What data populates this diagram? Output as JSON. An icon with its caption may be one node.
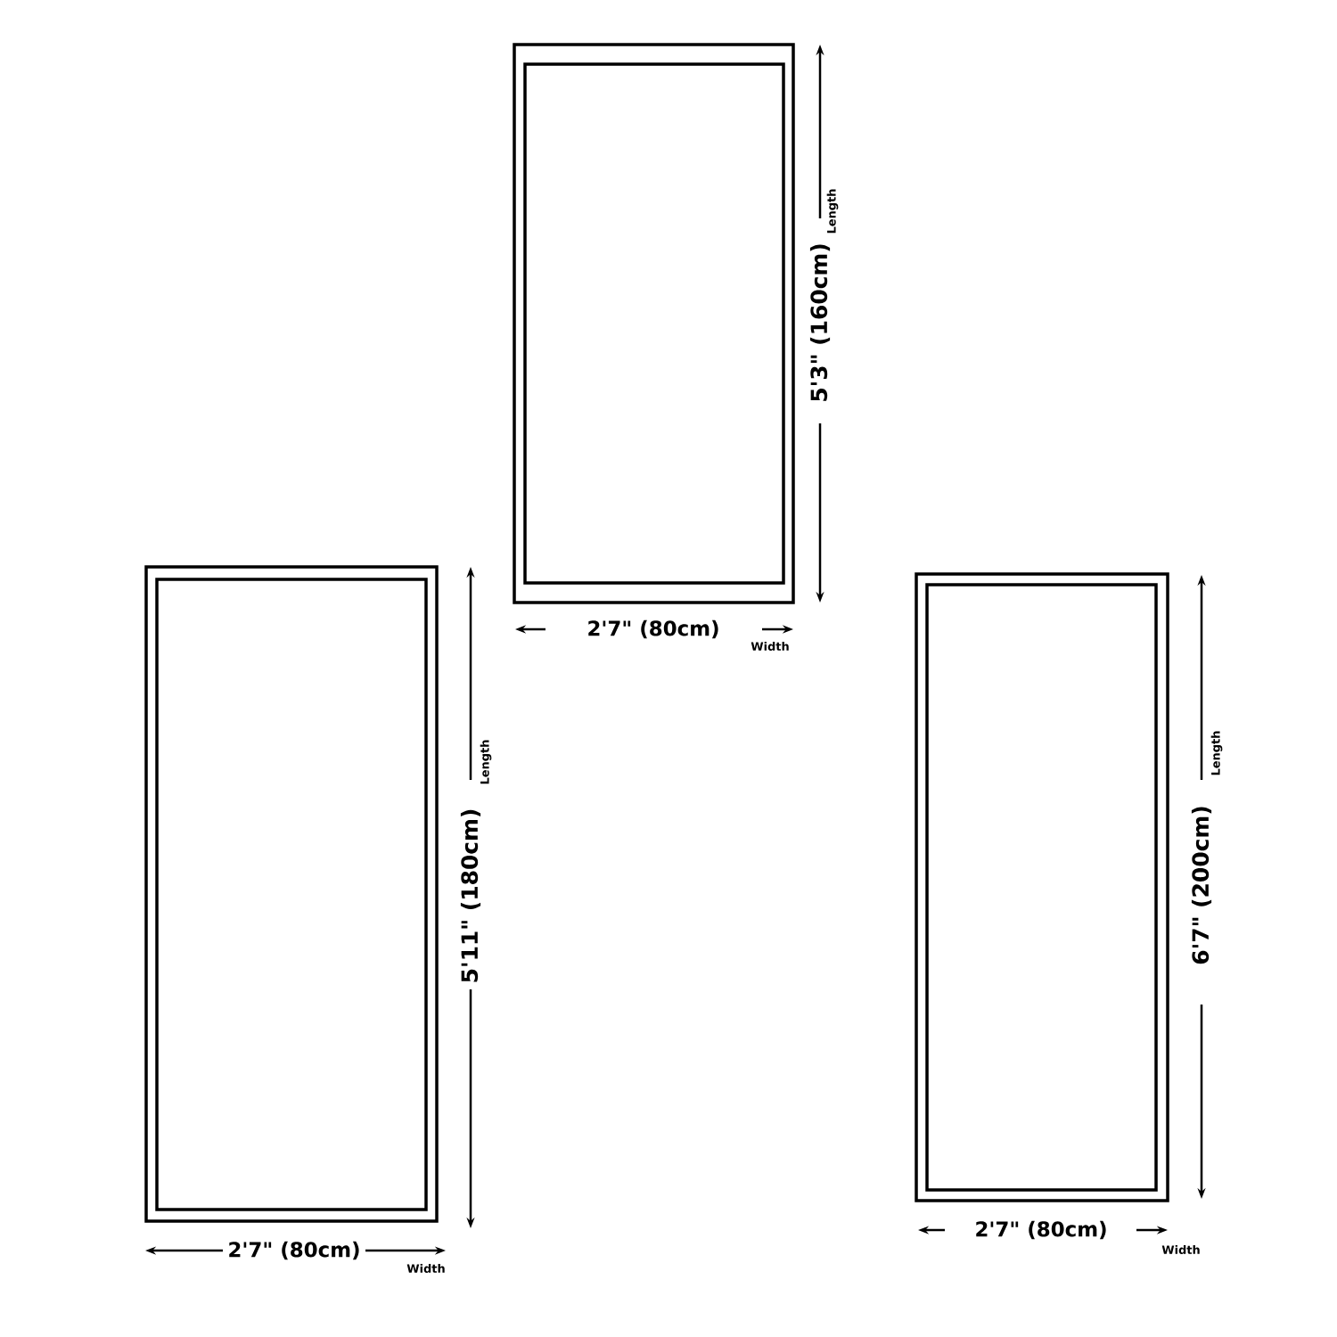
{
  "diagram": {
    "labels": [
      "Length",
      "5'3\" (160cm)",
      "2'7\" (80cm)",
      "Width",
      "Length",
      "5'11\" (180cm)",
      "2'7\" (80cm)",
      "Width",
      "Length",
      "6'7\" (200cm)",
      "2'7\" (80cm)",
      "Width"
    ]
  }
}
